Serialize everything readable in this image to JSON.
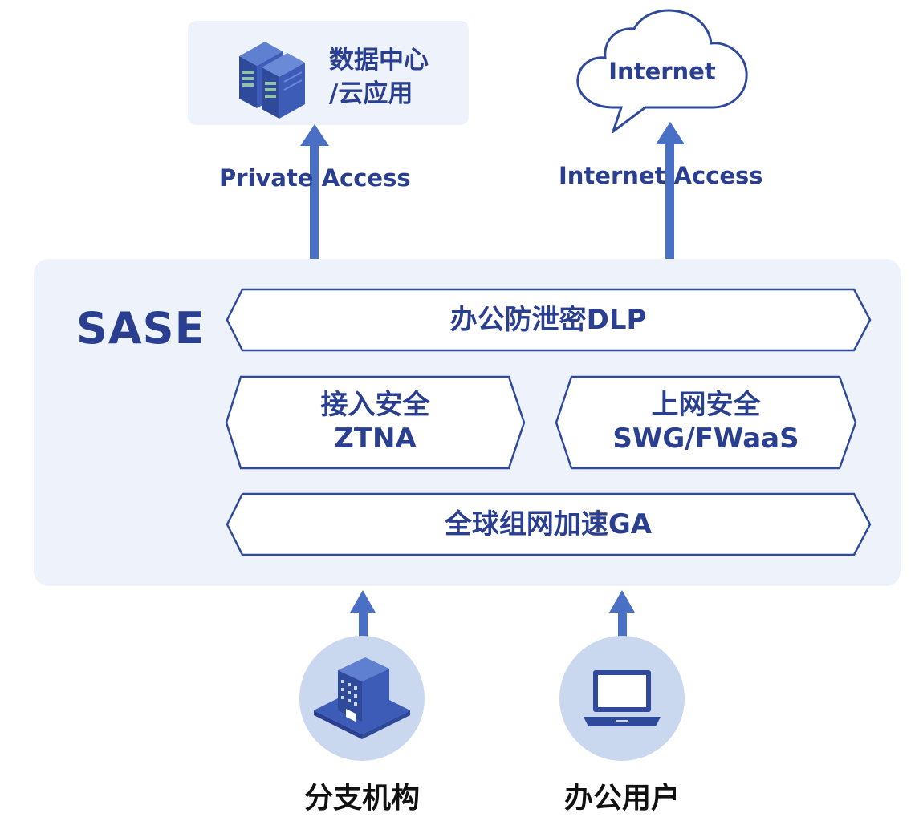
{
  "datacenter": {
    "line1": "数据中心",
    "line2": "/云应用",
    "icon": "server-icon"
  },
  "internet": {
    "label": "Internet",
    "icon": "cloud-icon"
  },
  "links": {
    "private_access": "Private  Access",
    "internet_access": "Internet  Access"
  },
  "sase": {
    "title": "SASE",
    "dlp": "办公防泄密DLP",
    "ztna_line1": "接入安全",
    "ztna_line2": "ZTNA",
    "swg_line1": "上网安全",
    "swg_line2": "SWG/FWaaS",
    "ga": "全球组网加速GA"
  },
  "sources": {
    "branch": "分支机构",
    "office_user": "办公用户"
  },
  "colors": {
    "primary_text": "#2a3f8f",
    "arrow": "#4a70c6",
    "panel_bg": "#eef3fb",
    "circle_bg": "#c9d8ef",
    "hex_border": "#2f4a9a"
  }
}
